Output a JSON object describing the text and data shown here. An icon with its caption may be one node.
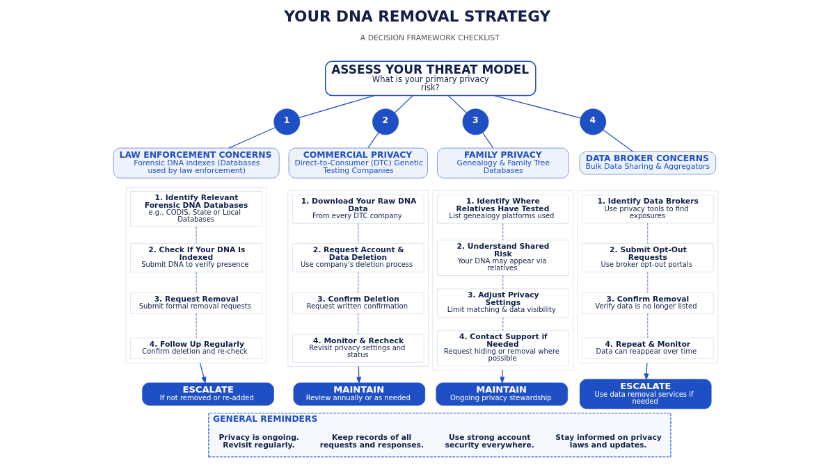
{
  "diagram": {
    "title": "YOUR DNA REMOVAL STRATEGY",
    "nodes": [
      {
        "text": [
          "ASSESS YOUR THREAT MODEL",
          "What is your primary privacy risk?"
        ]
      },
      {
        "text": [
          "1"
        ]
      },
      {
        "text": [
          "LAW ENFORCEMENT CONCERNS",
          "Forensic DNA indexes (Databases used by law enforcement)"
        ]
      },
      {
        "text": [],
        "shape": "box"
      },
      {
        "text": [
          "1. Identify Relevant Forensic DNA Databases",
          "e.g., CODIS, State or Local Databases"
        ],
        "in": 3
      },
      {
        "text": [
          "2. Check If Your DNA Is Indexed",
          "Submit DNA to verify presence"
        ],
        "in": 3
      },
      {
        "text": [
          "3. Request Removal",
          "Submit formal removal requests"
        ],
        "in": 3
      },
      {
        "text": [
          "4. Follow Up Regularly",
          "Confirm deletion and re-check"
        ],
        "in": 3
      },
      {
        "text": [
          "ESCALATE",
          "If not removed or re-added"
        ]
      },
      {
        "text": [
          "2"
        ]
      },
      {
        "text": [
          "COMMERCIAL PRIVACY",
          "Direct-to-Consumer (DTC) Genetic Testing Companies"
        ]
      },
      {
        "text": [],
        "shape": "box"
      },
      {
        "text": [
          "1. Download Your Raw DNA Data",
          "From every DTC company"
        ],
        "in": 11
      },
      {
        "text": [
          "2. Request Account & Data Deletion",
          "Use company's deletion process"
        ],
        "in": 11
      },
      {
        "text": [
          "3. Confirm Deletion",
          "Request written confirmation"
        ],
        "in": 11
      },
      {
        "text": [
          "4. Monitor & Recheck",
          "Revisit privacy settings and status"
        ],
        "in": 11
      },
      {
        "text": [
          "MAINTAIN",
          "Review annually or as needed"
        ]
      },
      {
        "text": [
          "3"
        ]
      },
      {
        "text": [
          "FAMILY PRIVACY",
          "Genealogy & Family Tree Databases"
        ]
      },
      {
        "text": [],
        "shape": "box"
      },
      {
        "text": [
          "1. Identify Where Relatives Have Tested",
          "List genealogy platforms used"
        ],
        "in": 19
      },
      {
        "text": [
          "2. Understand Shared Risk",
          "Your DNA may appear via relatives"
        ],
        "in": 19
      },
      {
        "text": [
          "3. Adjust Privacy Settings",
          "Limit matching & data visibility"
        ],
        "in": 19
      },
      {
        "text": [
          "4. Contact Support if Needed",
          "Request hiding or removal where possible"
        ],
        "in": 19
      },
      {
        "text": [
          "MAINTAIN",
          "Ongoing privacy stewardship"
        ]
      },
      {
        "text": [
          "4"
        ]
      },
      {
        "text": [
          "DATA BROKER CONCERNS",
          "Bulk Data Sharing & Aggregators"
        ]
      },
      {
        "text": [],
        "shape": "box"
      },
      {
        "text": [
          "1. Identify Data Brokers",
          "Use privacy tools to find exposures"
        ],
        "in": 27
      },
      {
        "text": [
          "2. Submit Opt-Out Requests",
          "Use broker opt-out portals"
        ],
        "in": 27
      },
      {
        "text": [
          "3. Confirm Removal",
          "Verify data is no longer listed"
        ],
        "in": 27
      },
      {
        "text": [
          "4. Repeat & Monitor",
          "Data can reappear over time"
        ],
        "in": 27
      },
      {
        "text": [
          "ESCALATE",
          "Use data removal services if needed"
        ]
      },
      {
        "text": [
          "GENERAL REMINDERS"
        ]
      },
      {
        "text": [
          "Privacy is ongoing. Revisit regularly."
        ],
        "in": 33
      },
      {
        "text": [
          "Keep records of all requests and responses."
        ],
        "in": 33
      },
      {
        "text": [
          "Use strong account security everywhere."
        ],
        "in": 33
      },
      {
        "text": [
          "Stay informed on privacy laws and updates."
        ],
        "in": 33
      }
    ],
    "edges": [
      {
        "from": 0,
        "to": 1,
        "arrow": "none"
      },
      {
        "from": 1,
        "to": 2,
        "arrow": "none"
      },
      {
        "from": 4,
        "to": 5,
        "arrow": "none",
        "style": "dashed"
      },
      {
        "from": 5,
        "to": 6,
        "arrow": "none",
        "style": "dashed"
      },
      {
        "from": 6,
        "to": 7,
        "arrow": "none",
        "style": "dashed"
      },
      {
        "from": 3,
        "to": 8,
        "arrow": "to"
      },
      {
        "from": 0,
        "to": 9,
        "arrow": "none"
      },
      {
        "from": 9,
        "to": 10,
        "arrow": "none"
      },
      {
        "from": 12,
        "to": 13,
        "arrow": "none",
        "style": "dashed"
      },
      {
        "from": 13,
        "to": 14,
        "arrow": "none",
        "style": "dashed"
      },
      {
        "from": 14,
        "to": 15,
        "arrow": "none",
        "style": "dashed"
      },
      {
        "from": 11,
        "to": 16,
        "arrow": "to"
      },
      {
        "from": 0,
        "to": 17,
        "arrow": "none"
      },
      {
        "from": 17,
        "to": 18,
        "arrow": "none"
      },
      {
        "from": 20,
        "to": 21,
        "arrow": "none",
        "style": "dashed"
      },
      {
        "from": 21,
        "to": 22,
        "arrow": "none",
        "style": "dashed"
      },
      {
        "from": 22,
        "to": 23,
        "arrow": "none",
        "style": "dashed"
      },
      {
        "from": 19,
        "to": 24,
        "arrow": "to"
      },
      {
        "from": 0,
        "to": 25,
        "arrow": "none"
      },
      {
        "from": 25,
        "to": 26,
        "arrow": "none"
      },
      {
        "from": 28,
        "to": 29,
        "arrow": "none",
        "style": "dashed"
      },
      {
        "from": 29,
        "to": 30,
        "arrow": "none",
        "style": "dashed"
      },
      {
        "from": 30,
        "to": 31,
        "arrow": "none",
        "style": "dashed"
      },
      {
        "from": 27,
        "to": 32,
        "arrow": "to"
      }
    ],
    "labels": [
      "A DECISION FRAMEWORK CHECKLIST"
    ]
  }
}
